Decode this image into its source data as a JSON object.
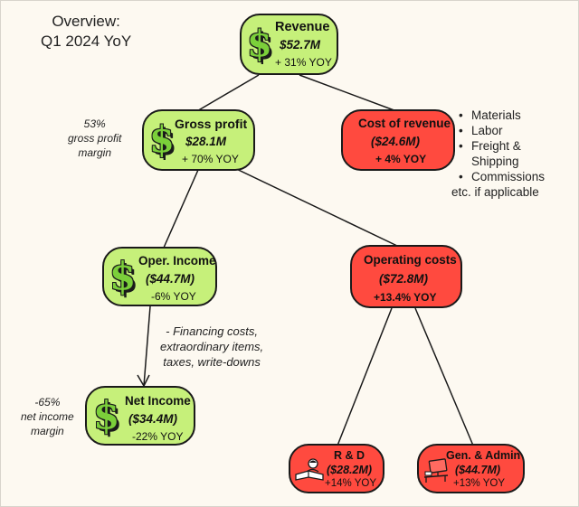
{
  "title": {
    "line1": "Overview:",
    "line2": "Q1 2024 YoY"
  },
  "nodes": {
    "revenue": {
      "label": "Revenue",
      "value": "$52.7M",
      "change": "+ 31% YOY"
    },
    "gross_profit": {
      "label": "Gross profit",
      "value": "$28.1M",
      "change": "+ 70% YOY"
    },
    "cost_of_revenue": {
      "label": "Cost of revenue",
      "value": "($24.6M)",
      "change": "+ 4% YOY"
    },
    "oper_income": {
      "label": "Oper. Income",
      "value": "($44.7M)",
      "change": "-6% YOY"
    },
    "operating_costs": {
      "label": "Operating costs",
      "value": "($72.8M)",
      "change": "+13.4% YOY"
    },
    "net_income": {
      "label": "Net Income",
      "value": "($34.4M)",
      "change": "-22% YOY"
    },
    "rd": {
      "label": "R & D",
      "value": "($28.2M)",
      "change": "+14% YOY"
    },
    "gen_admin": {
      "label": "Gen. & Admin",
      "value": "($44.7M)",
      "change": "+13% YOY"
    }
  },
  "notes": {
    "gross_margin": {
      "line1": "53%",
      "line2": "gross profit",
      "line3": "margin"
    },
    "net_margin": {
      "line1": "-65%",
      "line2": "net income",
      "line3": "margin"
    },
    "financing": {
      "line1": "- Financing costs,",
      "line2": "extraordinary items,",
      "line3": "taxes, write-downs"
    }
  },
  "cost_items": [
    "Materials",
    "Labor",
    "Freight &",
    "Commissions"
  ],
  "cost_items_tails": {
    "freight": "Shipping",
    "commissions": "etc. if applicable"
  },
  "icons": {
    "dollar_glyph": "$",
    "dollar_color": "#7bcf3a",
    "rd_icon": "reading-person-icon",
    "ga_icon": "computer-desk-icon"
  },
  "colors": {
    "green": "#c6f07a",
    "red": "#ff4a3f",
    "background": "#fdf9f1"
  }
}
